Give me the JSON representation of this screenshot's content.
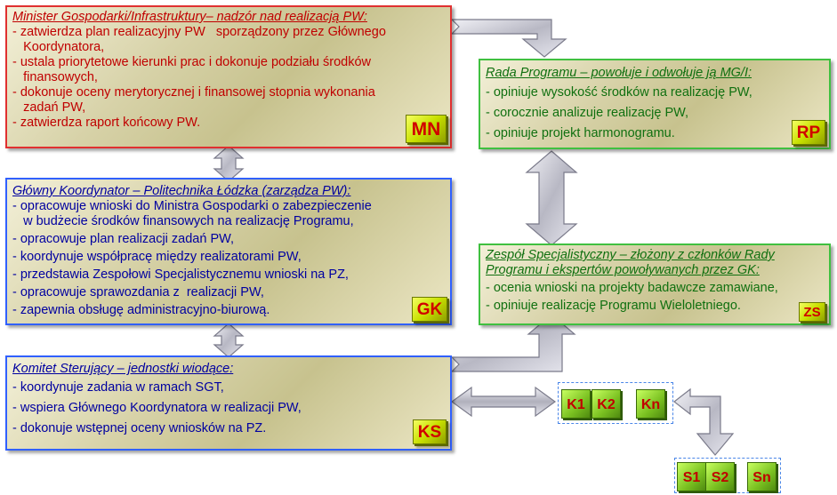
{
  "mn": {
    "title": "Minister Gospodarki/Infrastruktury– nadzór nad realizacją PW:",
    "items": [
      "- zatwierdza plan realizacyjny PW   sporządzony przez Głównego",
      "   Koordynatora,",
      "- ustala priorytetowe kierunki prac i dokonuje podziału środków",
      "   finansowych,",
      "- dokonuje oceny merytorycznej i finansowej stopnia wykonania",
      "   zadań PW,",
      "- zatwierdza raport końcowy PW."
    ],
    "badge": "MN"
  },
  "rp": {
    "title": "Rada Programu – powołuje i odwołuje ją MG/I:",
    "items": [
      "- opiniuje wysokość środków na realizację PW,",
      "- corocznie analizuje realizację PW,",
      "- opiniuje projekt harmonogramu."
    ],
    "badge": "RP"
  },
  "gk": {
    "title": "Główny Koordynator  – Politechnika Łódzka (zarządza PW):",
    "items": [
      "- opracowuje wnioski do Ministra Gospodarki o zabezpieczenie",
      "   w budżecie środków finansowych na realizację Programu,",
      "- opracowuje plan realizacji zadań PW,",
      "- koordynuje współpracę między realizatorami PW,",
      "- przedstawia Zespołowi Specjalistycznemu wnioski na PZ,",
      "- opracowuje sprawozdania z  realizacji PW,",
      "- zapewnia obsługę administracyjno-biurową."
    ],
    "badge": "GK"
  },
  "zs": {
    "title_line1": "Zespół Specjalistyczny – złożony z członków Rady",
    "title_line2": "Programu i ekspertów powoływanych przez GK:",
    "items": [
      "- ocenia wnioski na projekty badawcze zamawiane,",
      "- opiniuje realizację Programu Wieloletniego."
    ],
    "badge": "ZS"
  },
  "ks": {
    "title": "Komitet Sterujący – jednostki wiodące:",
    "items": [
      "- koordynuje zadania w ramach SGT,",
      "- wspiera Głównego Koordynatora w realizacji PW,",
      "- dokonuje wstępnej oceny wniosków na PZ."
    ],
    "badge": "KS"
  },
  "k_group": [
    "K1",
    "K2",
    "Kn"
  ],
  "s_group": [
    "S1",
    "S2",
    "Sn"
  ],
  "colors": {
    "red": "#c00000",
    "green": "#107010",
    "blue": "#0000a0",
    "arrow": "#c0c0c8"
  }
}
